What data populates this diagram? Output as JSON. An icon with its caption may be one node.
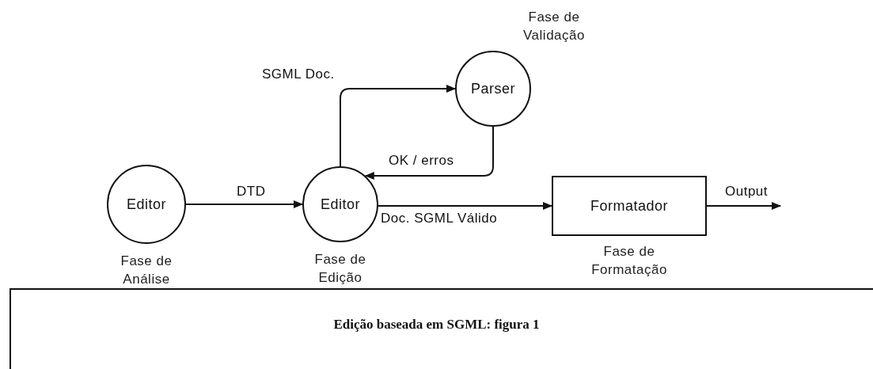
{
  "diagram": {
    "caption": "Edição baseada em SGML: figura 1",
    "nodes": [
      {
        "text": [
          "Editor"
        ],
        "beside": [
          "Fase de Análise"
        ]
      },
      {
        "text": [
          "Editor"
        ],
        "beside": [
          "Fase de Edição"
        ]
      },
      {
        "text": [
          "Parser"
        ],
        "beside": [
          "Fase de Validação"
        ]
      },
      {
        "text": [
          "Formatador"
        ],
        "beside": [
          "Fase de Formatação"
        ]
      }
    ],
    "edges": [
      {
        "from": 0,
        "to": 1,
        "arrow": "to",
        "label": "DTD"
      },
      {
        "from": 1,
        "to": 2,
        "arrow": "to",
        "label": "SGML Doc."
      },
      {
        "from": 2,
        "to": 1,
        "arrow": "to",
        "label": "OK / erros"
      },
      {
        "from": 1,
        "to": 3,
        "arrow": "to",
        "label": "Doc. SGML Válido"
      },
      {
        "from": 3,
        "to": null,
        "arrow": "to",
        "label": "Output"
      }
    ]
  }
}
